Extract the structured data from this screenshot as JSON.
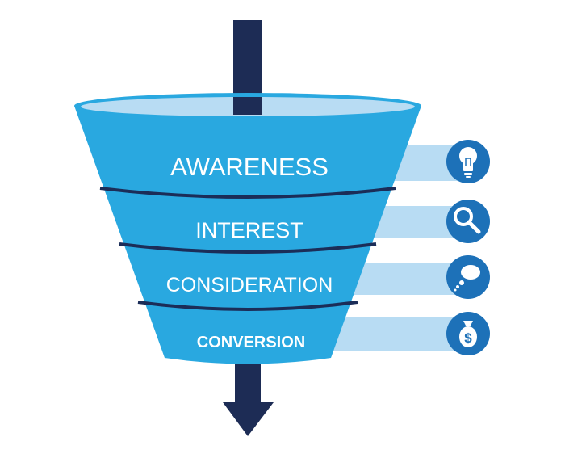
{
  "funnel": {
    "stages": [
      {
        "label": "AWARENESS",
        "icon": "lightbulb-icon"
      },
      {
        "label": "INTEREST",
        "icon": "magnifier-icon"
      },
      {
        "label": "CONSIDERATION",
        "icon": "speech-bubble-icon"
      },
      {
        "label": "CONVERSION",
        "icon": "money-bag-icon"
      }
    ]
  },
  "colors": {
    "funnel_body": "#29a8e0",
    "funnel_rim": "#b8dcf3",
    "funnel_divider": "#1b2d58",
    "arrow": "#1d2c55",
    "connector_bar": "#b8dcf3",
    "icon_circle": "#1d71b8",
    "icon_fill": "#ffffff"
  }
}
